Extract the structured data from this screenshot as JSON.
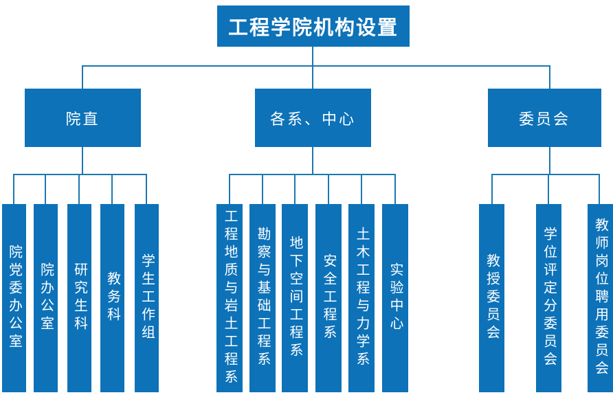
{
  "title": "工程学院机构设置",
  "colors": {
    "box_fill": "#0d72b8",
    "connector_line": "#1a78b0",
    "text": "#ffffff"
  },
  "tree": {
    "branches": [
      {
        "label": "院直",
        "children": [
          "院党委办公室",
          "院办公室",
          "研究生科",
          "教务科",
          "学生工作组"
        ]
      },
      {
        "label": "各系、中心",
        "children": [
          "工程地质与岩土工程系",
          "勘察与基础工程系",
          "地下空间工程系",
          "安全工程系",
          "土木工程与力学系",
          "实验中心"
        ]
      },
      {
        "label": "委员会",
        "children": [
          "教授委员会",
          "学位评定分委员会",
          "教师岗位聘用委员会"
        ]
      }
    ]
  }
}
